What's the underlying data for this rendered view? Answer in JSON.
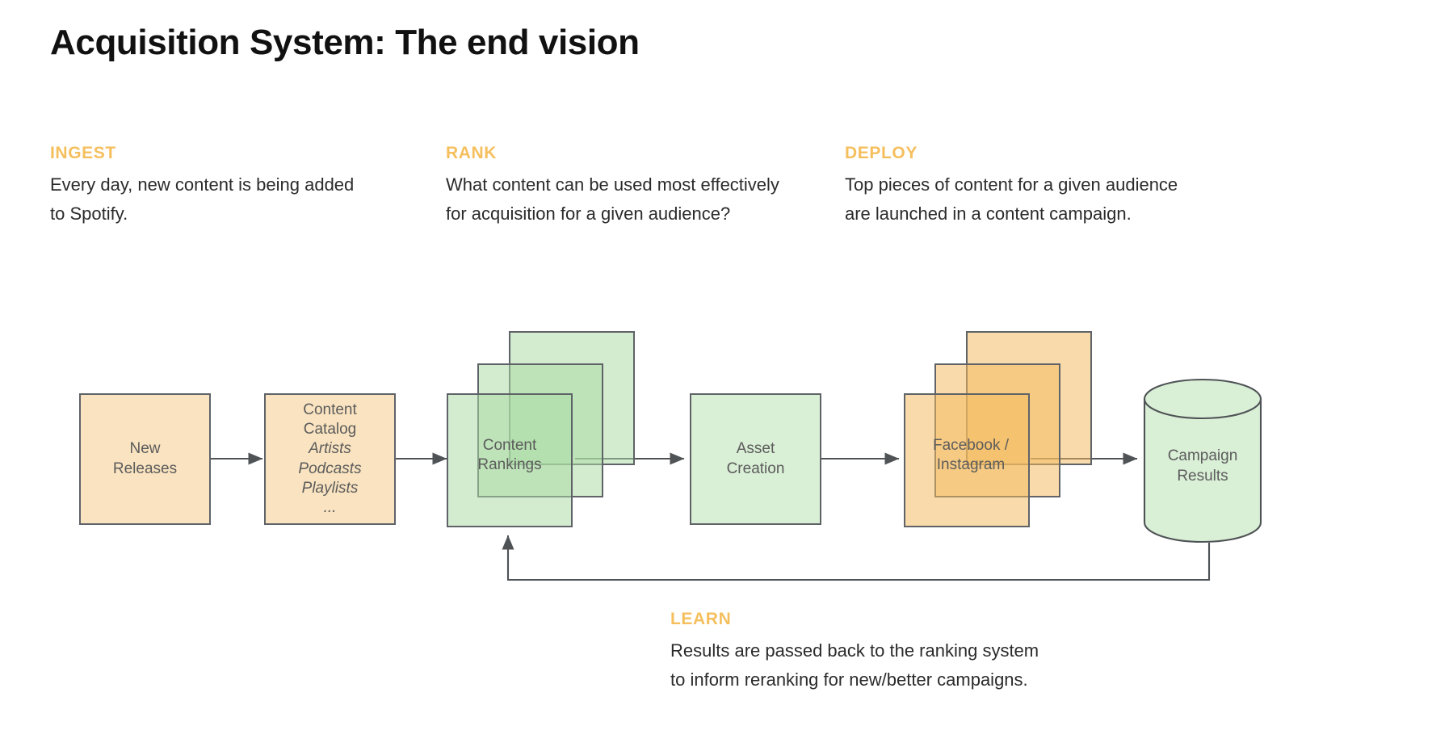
{
  "slide": {
    "title": "Acquisition System: The end vision",
    "accent_color": "#F5BF5E",
    "body_color": "#2b2b2b",
    "node_stroke": "#5f6368",
    "peach_fill": "#F9E3C0",
    "green_fill": "#D9EFD6"
  },
  "callouts": [
    {
      "id": "ingest",
      "heading": "INGEST",
      "body": "Every day, new content is being added to Spotify."
    },
    {
      "id": "rank",
      "heading": "RANK",
      "body": "What content can be used most effectively for acquisition for a given audience?"
    },
    {
      "id": "deploy",
      "heading": "DEPLOY",
      "body": "Top pieces of content for a given audience are launched in a content campaign."
    },
    {
      "id": "learn",
      "heading": "LEARN",
      "body": "Results are passed back to the ranking system to inform reranking for new/better campaigns."
    }
  ],
  "diagram": {
    "nodes": {
      "new_releases": {
        "label": "New\nReleases",
        "shape": "rectangle",
        "fill": "#F9E3C0"
      },
      "content_catalog": {
        "title_line_1": "Content",
        "title_line_2": "Catalog",
        "items": [
          "Artists",
          "Podcasts",
          "Playlists",
          "..."
        ],
        "shape": "rectangle",
        "fill": "#F9E3C0"
      },
      "content_rankings": {
        "label": "Content\nRankings",
        "shape": "stacked-cards",
        "card_count": 3,
        "fill": "rgba(171, 219, 164, 0.52)"
      },
      "asset_creation": {
        "label": "Asset\nCreation",
        "shape": "rectangle",
        "fill": "#D9EFD6"
      },
      "social_channels": {
        "label": "Facebook /\nInstagram",
        "shape": "stacked-cards",
        "card_count": 3,
        "fill": "rgba(244, 186, 94, 0.52)"
      },
      "campaign_results": {
        "label": "Campaign\nResults",
        "shape": "cylinder",
        "fill": "#D9EFD6"
      }
    },
    "flow_order": [
      "new_releases",
      "content_catalog",
      "content_rankings",
      "asset_creation",
      "social_channels",
      "campaign_results"
    ],
    "feedback_edge": {
      "from": "campaign_results",
      "to": "content_rankings",
      "description": "feedback loop"
    }
  }
}
